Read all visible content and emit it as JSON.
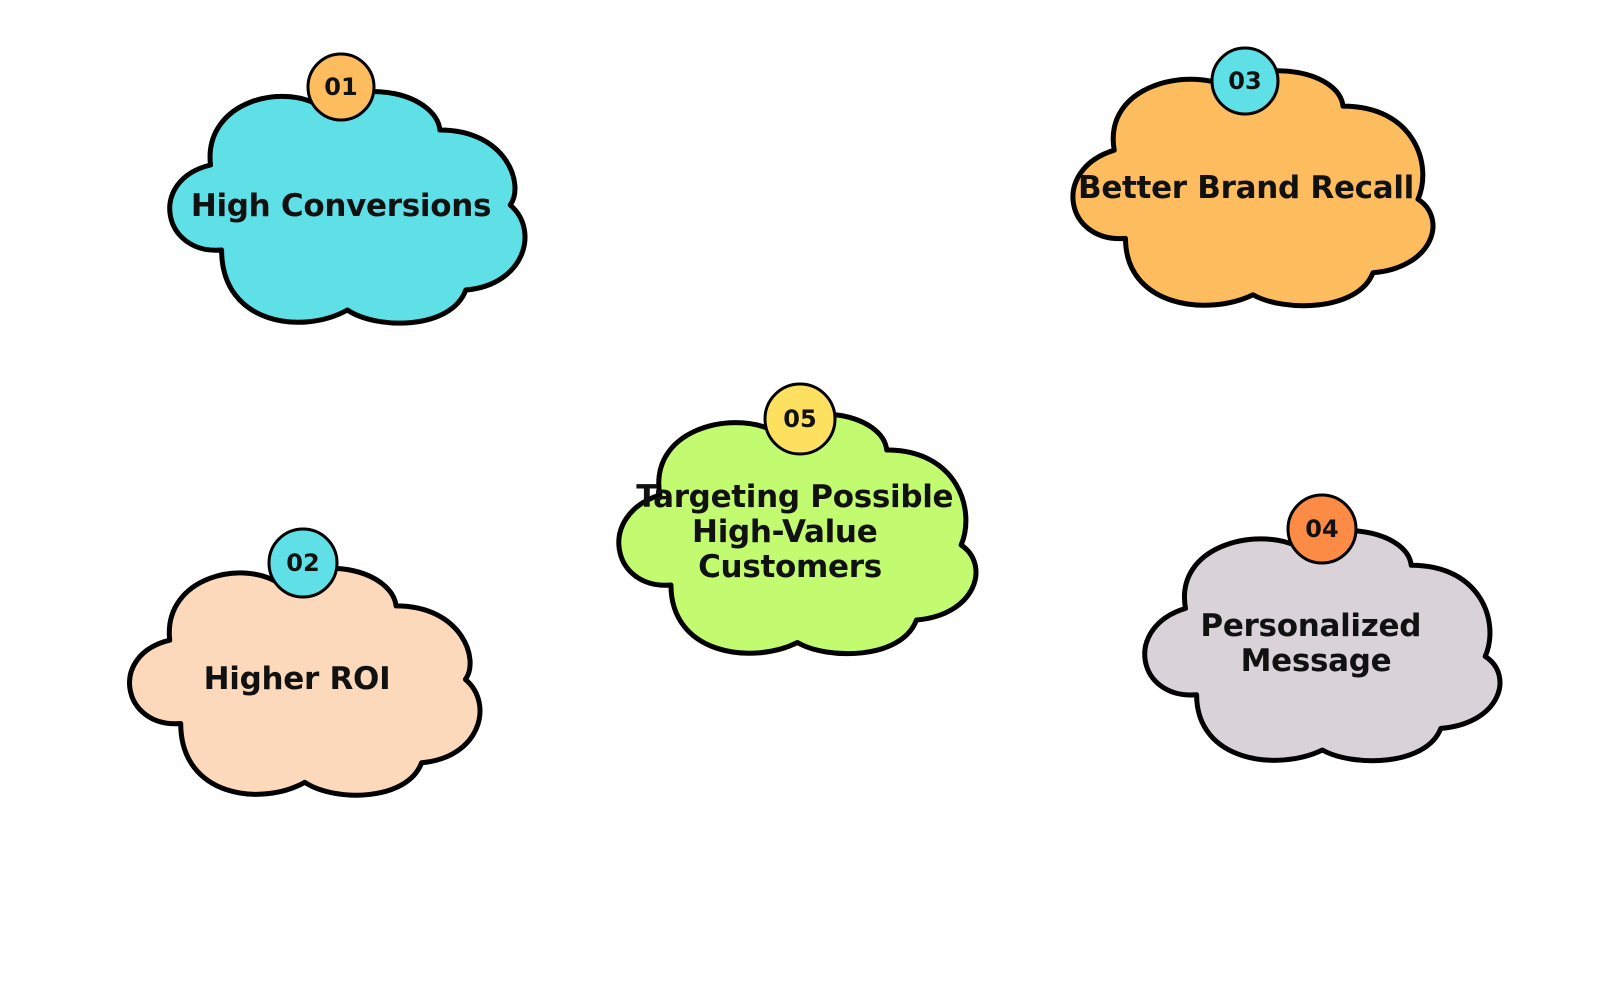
{
  "clouds": [
    {
      "number": "01",
      "lines": [
        "High Conversions"
      ],
      "cloud_color": "#5ee0e6",
      "badge_color": "#fdbc5e"
    },
    {
      "number": "02",
      "lines": [
        "Higher ROI"
      ],
      "cloud_color": "#fdd9bb",
      "badge_color": "#5ee0e6"
    },
    {
      "number": "03",
      "lines": [
        "Better Brand Recall"
      ],
      "cloud_color": "#fdbc5e",
      "badge_color": "#5ee0e6"
    },
    {
      "number": "04",
      "lines": [
        "Personalized",
        "Message"
      ],
      "cloud_color": "#d9d2d9",
      "badge_color": "#fb8b45"
    },
    {
      "number": "05",
      "lines": [
        "Targeting Possible",
        "High-Value",
        "Customers"
      ],
      "cloud_color": "#c3fb70",
      "badge_color": "#fde060"
    }
  ]
}
